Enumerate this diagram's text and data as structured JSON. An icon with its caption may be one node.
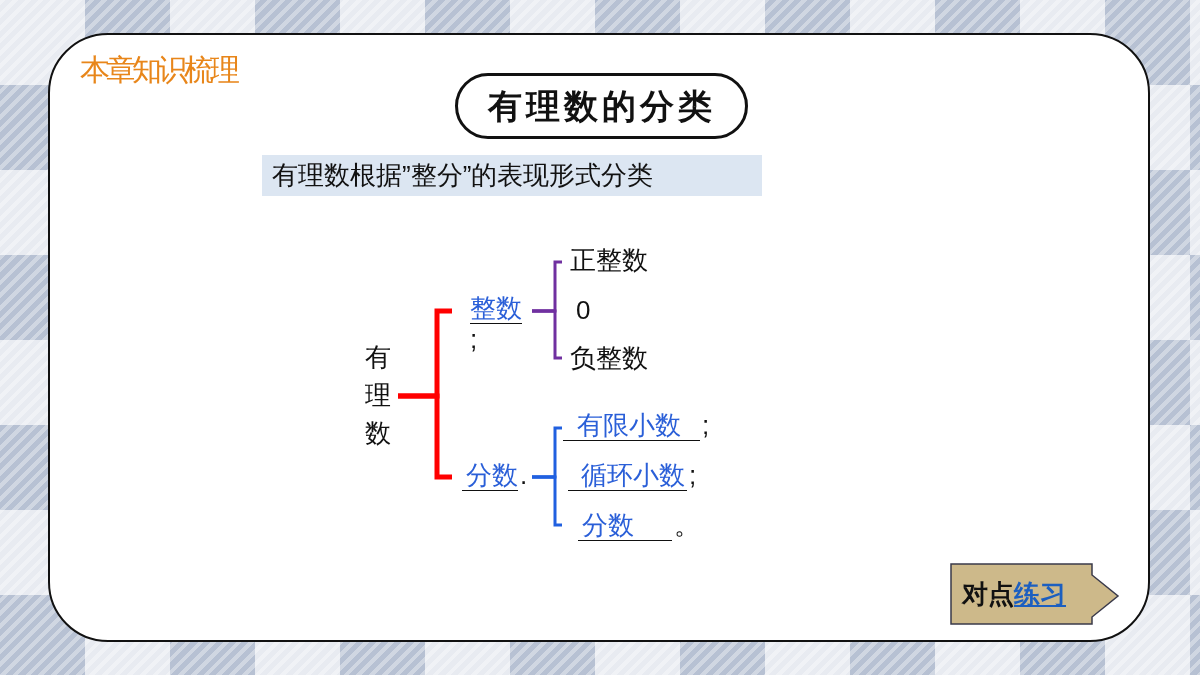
{
  "diagram": {
    "title": "有理数的分类",
    "nodes": [
      {
        "text": [
          "有理数"
        ]
      },
      {
        "text": [
          "整数"
        ],
        "beside": [
          ";"
        ]
      },
      {
        "text": [
          "分数"
        ],
        "beside": [
          "."
        ]
      },
      {
        "text": [
          "正整数"
        ]
      },
      {
        "text": [
          "0"
        ]
      },
      {
        "text": [
          "负整数"
        ]
      },
      {
        "text": [
          "有限小数"
        ],
        "beside": [
          ";"
        ]
      },
      {
        "text": [
          "循环小数"
        ],
        "beside": [
          ";"
        ]
      },
      {
        "text": [
          "分数"
        ],
        "beside": [
          "。"
        ]
      },
      {
        "text": [
          "对点",
          "练习"
        ]
      }
    ],
    "edges": [
      {
        "from": 0,
        "to": 1,
        "arrow": "none",
        "color": "#ff0000"
      },
      {
        "from": 0,
        "to": 2,
        "arrow": "none",
        "color": "#ff0000"
      },
      {
        "from": 1,
        "to": 3,
        "arrow": "none",
        "color": "#7030a0"
      },
      {
        "from": 1,
        "to": 4,
        "arrow": "none",
        "color": "#7030a0"
      },
      {
        "from": 1,
        "to": 5,
        "arrow": "none",
        "color": "#7030a0"
      },
      {
        "from": 2,
        "to": 6,
        "arrow": "none",
        "color": "#2060e0"
      },
      {
        "from": 2,
        "to": 7,
        "arrow": "none",
        "color": "#2060e0"
      },
      {
        "from": 2,
        "to": 8,
        "arrow": "none",
        "color": "#2060e0"
      }
    ],
    "labels": [
      "本章知识梳理",
      "有理数根据”整分”的表现形式分类"
    ]
  }
}
